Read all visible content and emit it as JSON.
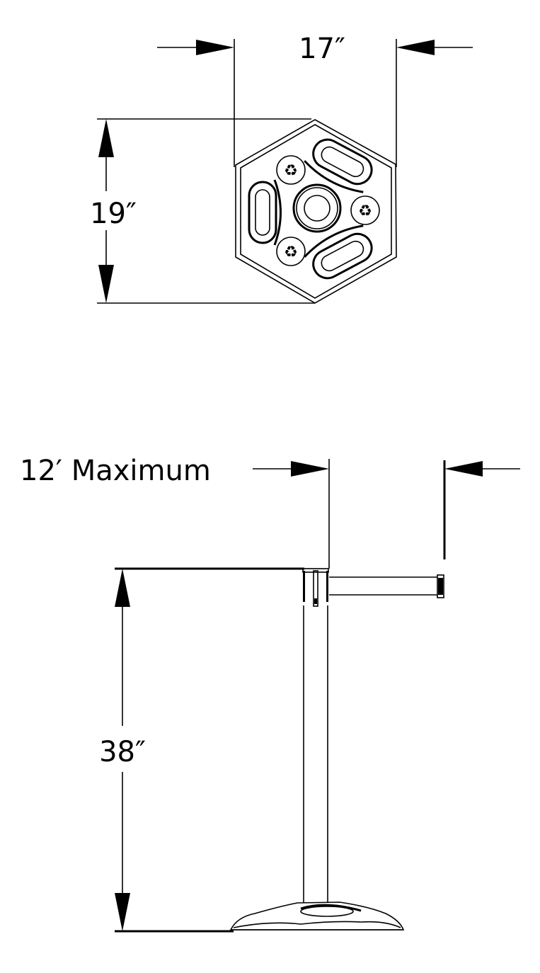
{
  "top_view": {
    "width_label": "17″",
    "depth_label": "19″"
  },
  "side_view": {
    "extension_label": "12′ Maximum",
    "height_label": "38″"
  },
  "colors": {
    "line": "#000000",
    "background": "#ffffff"
  }
}
